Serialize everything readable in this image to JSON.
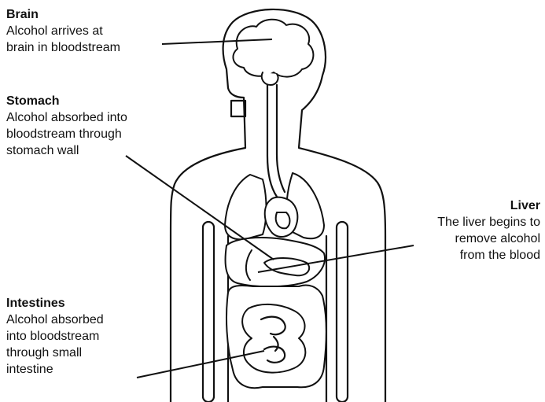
{
  "labels": {
    "brain": {
      "title": "Brain",
      "lines": [
        "Alcohol arrives at",
        "brain in bloodstream"
      ]
    },
    "stomach": {
      "title": "Stomach",
      "lines": [
        "Alcohol absorbed into",
        "bloodstream through",
        "stomach wall"
      ]
    },
    "liver": {
      "title": "Liver",
      "lines": [
        "The liver begins to",
        "remove alcohol",
        "from the blood"
      ]
    },
    "intestines": {
      "title": "Intestines",
      "lines": [
        "Alcohol absorbed",
        "into bloodstream",
        "through small",
        "intestine"
      ]
    }
  },
  "colors": {
    "ink": "#111111",
    "background": "#ffffff"
  }
}
